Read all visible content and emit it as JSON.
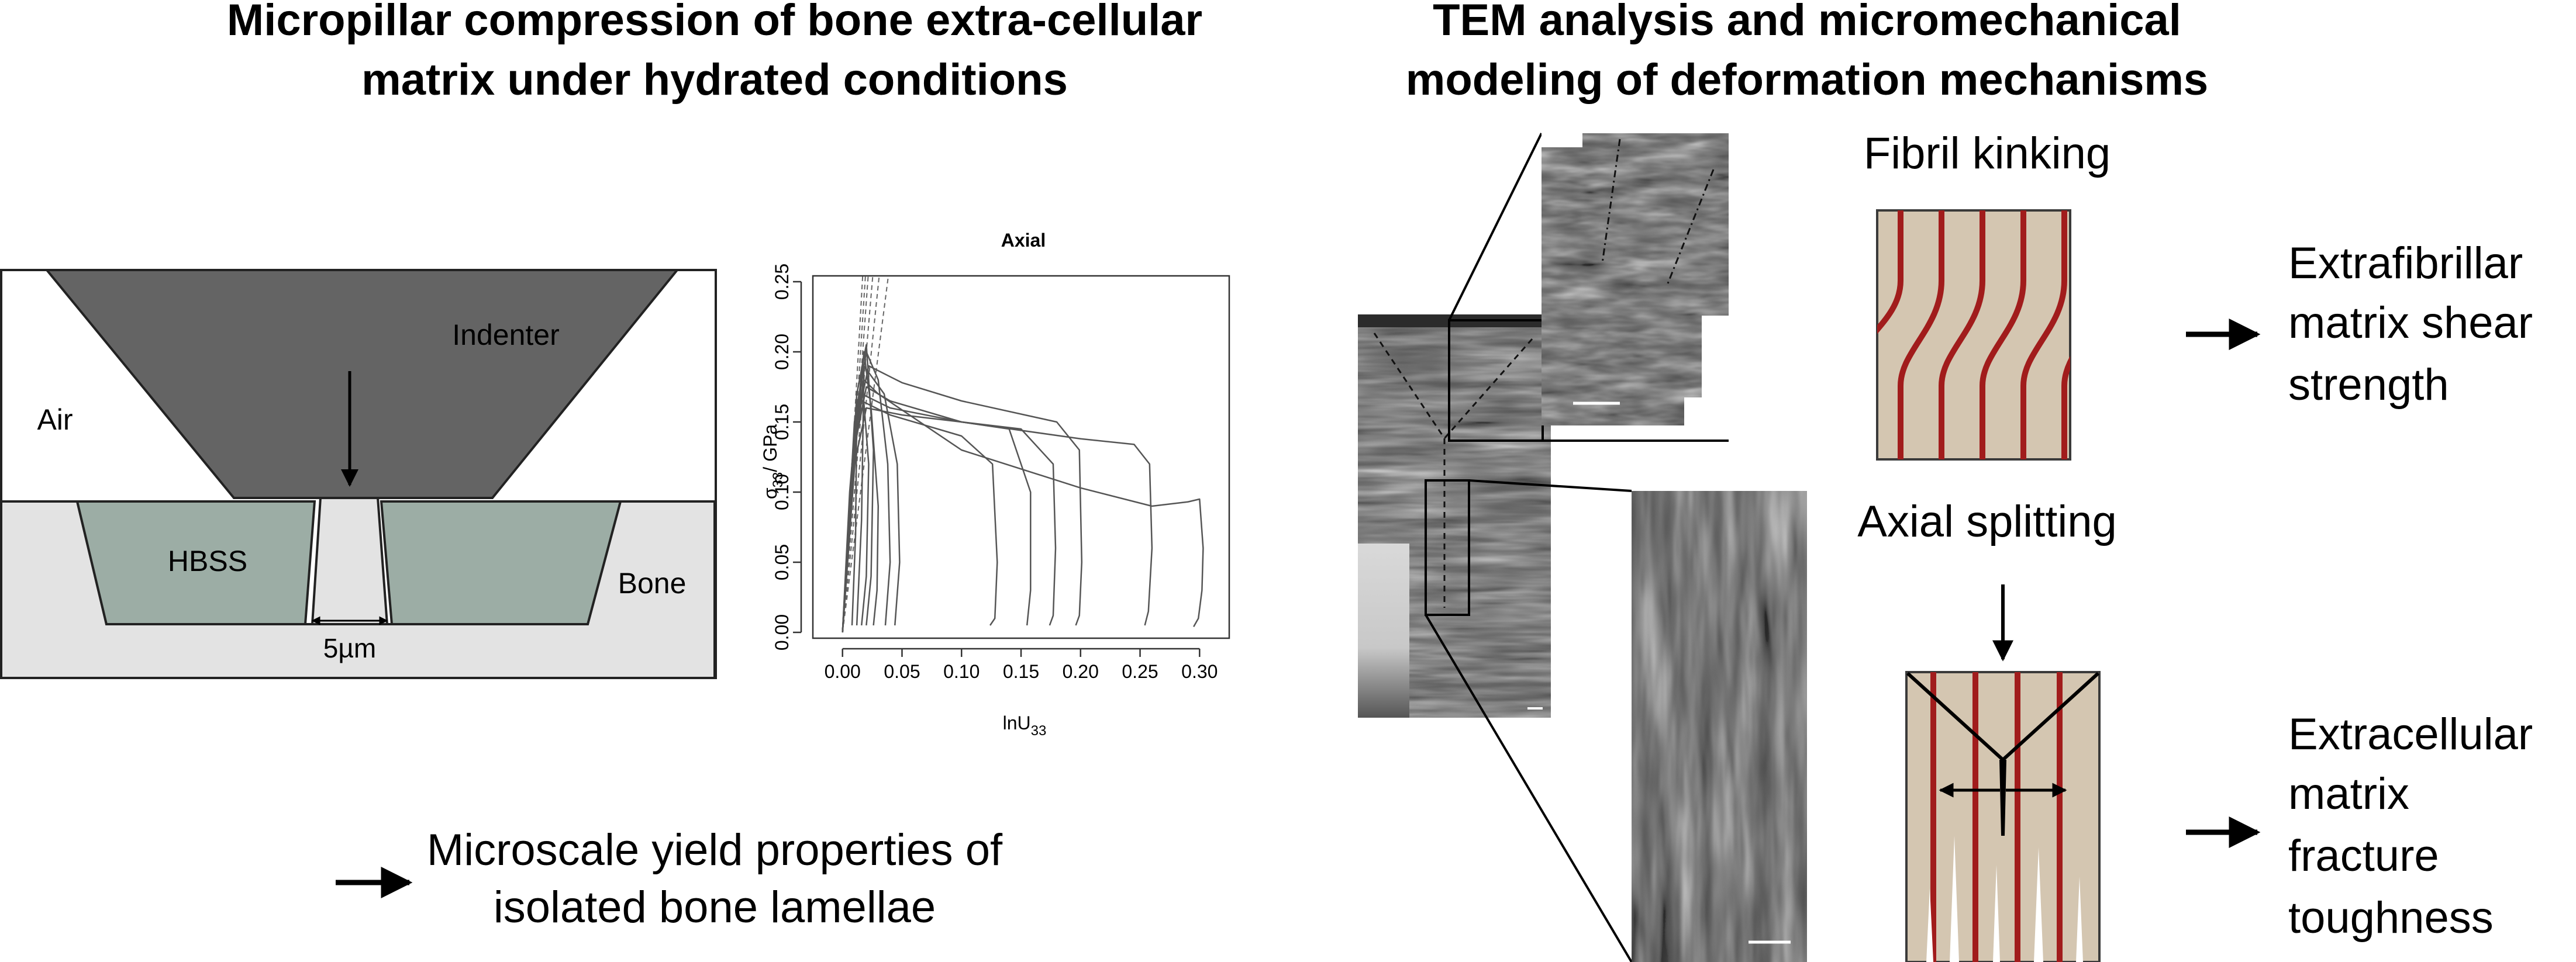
{
  "left_title": {
    "line1": "Micropillar compression of bone extra-cellular",
    "line2": "matrix under hydrated conditions"
  },
  "right_title": {
    "line1": "TEM analysis and micromechanical",
    "line2": "modeling of deformation mechanisms"
  },
  "schematic": {
    "indenter": "Indenter",
    "air": "Air",
    "hbss": "HBSS",
    "bone": "Bone",
    "scale": "5µm"
  },
  "chart_data": {
    "type": "line",
    "title": "Axial",
    "xlabel": "lnU",
    "xlabel_sub": "33",
    "ylabel_sym": "σ",
    "ylabel_sub": "33",
    "ylabel_unit": "/ GPa",
    "xlim": [
      -0.02,
      0.32
    ],
    "ylim": [
      0,
      0.25
    ],
    "xticks": [
      "0.00",
      "0.05",
      "0.10",
      "0.15",
      "0.20",
      "0.25",
      "0.30"
    ],
    "yticks": [
      "0.00",
      "0.05",
      "0.10",
      "0.15",
      "0.20",
      "0.25"
    ],
    "grid": false,
    "series": [
      {
        "x": [
          0,
          0.012,
          0.018,
          0.03,
          0.1,
          0.2,
          0.26,
          0.29,
          0.3,
          0.303,
          0.302,
          0.299,
          0.295
        ],
        "y": [
          0,
          0.15,
          0.18,
          0.17,
          0.13,
          0.103,
          0.09,
          0.093,
          0.095,
          0.06,
          0.03,
          0.01,
          0.004
        ]
      },
      {
        "x": [
          0,
          0.012,
          0.02,
          0.04,
          0.1,
          0.2,
          0.245,
          0.258,
          0.26,
          0.257,
          0.254
        ],
        "y": [
          0,
          0.14,
          0.175,
          0.165,
          0.15,
          0.138,
          0.134,
          0.12,
          0.06,
          0.015,
          0.005
        ]
      },
      {
        "x": [
          0,
          0.012,
          0.022,
          0.05,
          0.1,
          0.18,
          0.199,
          0.201,
          0.199,
          0.196
        ],
        "y": [
          0,
          0.15,
          0.19,
          0.178,
          0.165,
          0.15,
          0.13,
          0.05,
          0.012,
          0.005
        ]
      },
      {
        "x": [
          0,
          0.01,
          0.02,
          0.05,
          0.1,
          0.15,
          0.177,
          0.179,
          0.177,
          0.174
        ],
        "y": [
          0,
          0.12,
          0.16,
          0.155,
          0.15,
          0.145,
          0.12,
          0.06,
          0.012,
          0.005
        ]
      },
      {
        "x": [
          0,
          0.01,
          0.016,
          0.04,
          0.1,
          0.14,
          0.158,
          0.158,
          0.155
        ],
        "y": [
          0,
          0.14,
          0.17,
          0.16,
          0.15,
          0.145,
          0.1,
          0.03,
          0.005
        ]
      },
      {
        "x": [
          0,
          0.01,
          0.016,
          0.04,
          0.1,
          0.126,
          0.13,
          0.128,
          0.124
        ],
        "y": [
          0,
          0.13,
          0.165,
          0.155,
          0.14,
          0.12,
          0.05,
          0.01,
          0.005
        ]
      },
      {
        "x": [
          0,
          0.01,
          0.018,
          0.035,
          0.046,
          0.048,
          0.044
        ],
        "y": [
          0,
          0.15,
          0.19,
          0.17,
          0.12,
          0.05,
          0.005
        ]
      },
      {
        "x": [
          0,
          0.012,
          0.02,
          0.03,
          0.038,
          0.04,
          0.036
        ],
        "y": [
          0,
          0.16,
          0.2,
          0.18,
          0.12,
          0.05,
          0.005
        ]
      },
      {
        "x": [
          0,
          0.01,
          0.018,
          0.024,
          0.03,
          0.029,
          0.026
        ],
        "y": [
          0,
          0.13,
          0.2,
          0.16,
          0.09,
          0.03,
          0.005
        ]
      },
      {
        "x": [
          0,
          0.012,
          0.02,
          0.026,
          0.024,
          0.02
        ],
        "y": [
          0,
          0.17,
          0.205,
          0.13,
          0.04,
          0.005
        ]
      },
      {
        "x": [
          0,
          0.008,
          0.016,
          0.022,
          0.02,
          0.016
        ],
        "y": [
          0,
          0.12,
          0.185,
          0.12,
          0.04,
          0.005
        ]
      },
      {
        "x": [
          0,
          0.01,
          0.018,
          0.016,
          0.012
        ],
        "y": [
          0,
          0.14,
          0.19,
          0.08,
          0.005
        ]
      },
      {
        "x": [
          0,
          0.006,
          0.012,
          0.011,
          0.008
        ],
        "y": [
          0,
          0.1,
          0.16,
          0.07,
          0.005
        ]
      }
    ],
    "elastic_lines": [
      {
        "x": [
          0,
          0.05
        ],
        "y": [
          0,
          0.33
        ]
      },
      {
        "x": [
          0,
          0.04
        ],
        "y": [
          0,
          0.33
        ]
      },
      {
        "x": [
          0,
          0.033
        ],
        "y": [
          0,
          0.33
        ]
      },
      {
        "x": [
          0,
          0.028
        ],
        "y": [
          0,
          0.33
        ]
      },
      {
        "x": [
          0,
          0.025
        ],
        "y": [
          0,
          0.33
        ]
      },
      {
        "x": [
          0,
          0.022
        ],
        "y": [
          0,
          0.33
        ]
      }
    ]
  },
  "outcomes": {
    "yield_line1": "Microscale yield properties of",
    "yield_line2": "isolated bone lamellae"
  },
  "mechanisms": {
    "kinking_title": "Fibril kinking",
    "splitting_title": "Axial splitting",
    "shear_lines": [
      "Extrafibrillar",
      "matrix shear",
      "strength"
    ],
    "toughness_lines": [
      "Extracellular",
      "matrix",
      "fracture",
      "toughness"
    ]
  },
  "colors": {
    "indenter": "#646464",
    "hbss": "#9cada5",
    "bone": "#e3e3e3",
    "fibril": "#a11c1c",
    "matrix": "#d4c6b1"
  }
}
